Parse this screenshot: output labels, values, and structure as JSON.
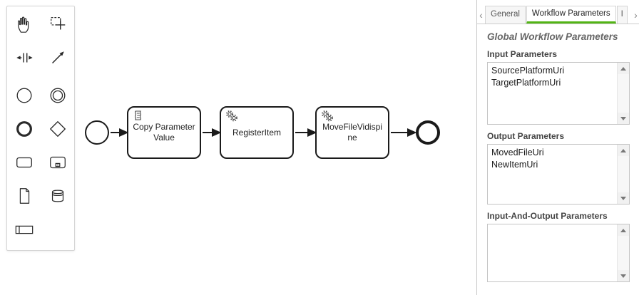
{
  "palette": {
    "tools": [
      {
        "name": "hand-tool"
      },
      {
        "name": "lasso-tool"
      },
      {
        "name": "space-tool"
      },
      {
        "name": "global-connect-tool"
      },
      {
        "name": "create-start-event"
      },
      {
        "name": "create-intermediate-event"
      },
      {
        "name": "create-end-event"
      },
      {
        "name": "create-gateway"
      },
      {
        "name": "create-task"
      },
      {
        "name": "create-subprocess"
      },
      {
        "name": "create-data-object"
      },
      {
        "name": "create-data-store"
      },
      {
        "name": "create-participant"
      }
    ]
  },
  "diagram": {
    "tasks": [
      {
        "label": "Copy Parameter Value",
        "marker": "script"
      },
      {
        "label": "RegisterItem",
        "marker": "service"
      },
      {
        "label": "MoveFileVidispine",
        "marker": "service"
      }
    ]
  },
  "properties_panel": {
    "accent_color": "#52b415",
    "tabs": {
      "scroll_left": "‹",
      "scroll_right": "›",
      "items": [
        {
          "label": "General",
          "active": false
        },
        {
          "label": "Workflow Parameters",
          "active": true
        },
        {
          "label": "I",
          "active": false
        }
      ]
    },
    "heading": "Global Workflow Parameters",
    "groups": [
      {
        "label": "Input Parameters",
        "values": [
          "SourcePlatformUri",
          "TargetPlatformUri"
        ]
      },
      {
        "label": "Output Parameters",
        "values": [
          "MovedFileUri",
          "NewItemUri"
        ]
      },
      {
        "label": "Input-And-Output Parameters",
        "values": []
      }
    ]
  }
}
